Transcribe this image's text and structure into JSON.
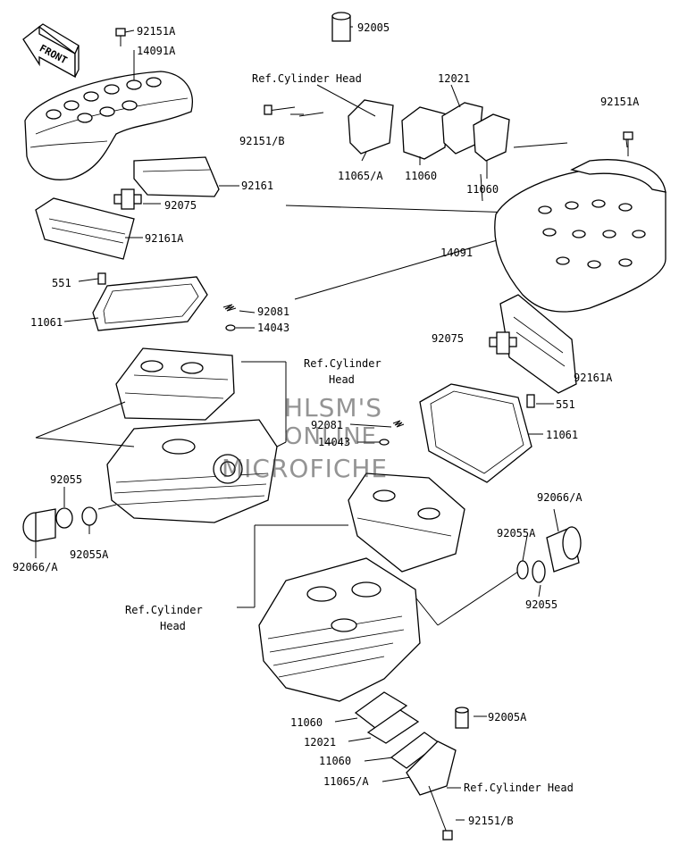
{
  "front_arrow": {
    "label": "FRONT"
  },
  "callouts": {
    "p92151A_top": "92151A",
    "p14091A": "14091A",
    "p92005": "92005",
    "ref_cyl_head_top": "Ref.Cylinder Head",
    "p12021_top": "12021",
    "p92151A_right": "92151A",
    "p92151B_top": "92151/B",
    "p11065A_top": "11065/A",
    "p11060_top_a": "11060",
    "p11060_top_b": "11060",
    "p92161": "92161",
    "p92075_left": "92075",
    "p92161A_left": "92161A",
    "p14091": "14091",
    "p551_left": "551",
    "p11061_left": "11061",
    "p92081_left": "92081",
    "p14043_left": "14043",
    "ref_cyl_head_mid_1": "Ref.Cylinder",
    "ref_cyl_head_mid_2": "Head",
    "p92075_right": "92075",
    "p92161A_right": "92161A",
    "p551_right": "551",
    "p11061_right": "11061",
    "p92081_right": "92081",
    "p14043_right": "14043",
    "p92055_left": "92055",
    "p92055A_left": "92055A",
    "p92066A_left": "92066/A",
    "p92066A_right": "92066/A",
    "p92055A_right": "92055A",
    "p92055_right": "92055",
    "ref_cyl_head_low_1": "Ref.Cylinder",
    "ref_cyl_head_low_2": "Head",
    "p11060_bottom_a": "11060",
    "p12021_bottom": "12021",
    "p11060_bottom_b": "11060",
    "p92005A": "92005A",
    "p11065A_bottom": "11065/A",
    "ref_cyl_head_bottom": "Ref.Cylinder Head",
    "p92151B_bottom": "92151/B"
  },
  "watermark": {
    "line1": "HLSM'S",
    "line2": "ONLINE",
    "line3": "MICROFICHE"
  }
}
